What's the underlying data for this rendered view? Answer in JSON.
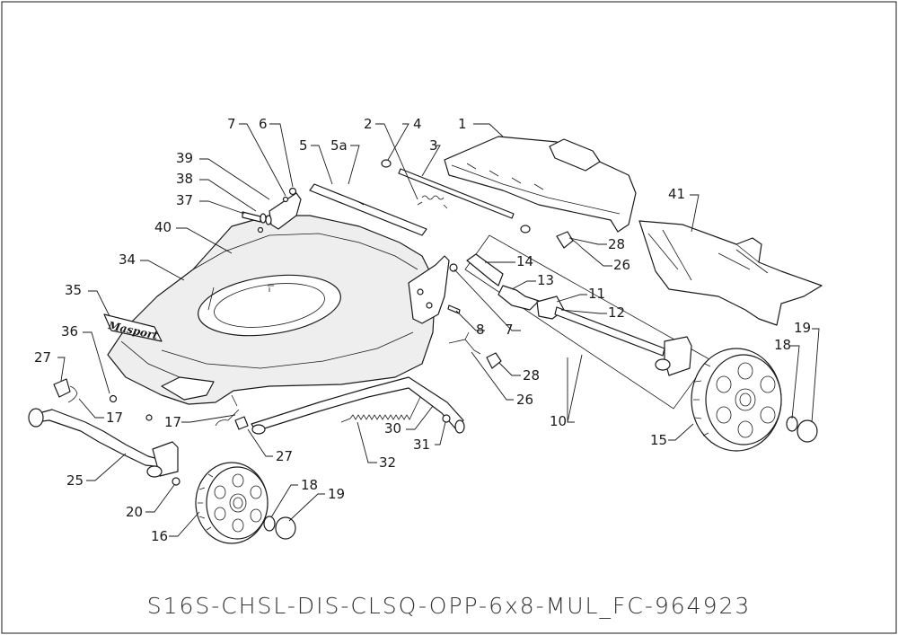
{
  "drawing": {
    "part_code": "S16S-CHSL-DIS-CLSQ-OPP-6x8-MUL_FC-964923",
    "brand_logo_text": "Masport",
    "callouts": [
      {
        "id": "c1",
        "label": "1"
      },
      {
        "id": "c2",
        "label": "2"
      },
      {
        "id": "c3",
        "label": "3"
      },
      {
        "id": "c4",
        "label": "4"
      },
      {
        "id": "c5",
        "label": "5"
      },
      {
        "id": "c5a",
        "label": "5a"
      },
      {
        "id": "c6",
        "label": "6"
      },
      {
        "id": "c7a",
        "label": "7"
      },
      {
        "id": "c7b",
        "label": "7"
      },
      {
        "id": "c8",
        "label": "8"
      },
      {
        "id": "c10",
        "label": "10"
      },
      {
        "id": "c11",
        "label": "11"
      },
      {
        "id": "c12",
        "label": "12"
      },
      {
        "id": "c13",
        "label": "13"
      },
      {
        "id": "c14",
        "label": "14"
      },
      {
        "id": "c15",
        "label": "15"
      },
      {
        "id": "c16",
        "label": "16"
      },
      {
        "id": "c17a",
        "label": "17"
      },
      {
        "id": "c17b",
        "label": "17"
      },
      {
        "id": "c18a",
        "label": "18"
      },
      {
        "id": "c18b",
        "label": "18"
      },
      {
        "id": "c19a",
        "label": "19"
      },
      {
        "id": "c19b",
        "label": "19"
      },
      {
        "id": "c20",
        "label": "20"
      },
      {
        "id": "c25",
        "label": "25"
      },
      {
        "id": "c26a",
        "label": "26"
      },
      {
        "id": "c26b",
        "label": "26"
      },
      {
        "id": "c27a",
        "label": "27"
      },
      {
        "id": "c27b",
        "label": "27"
      },
      {
        "id": "c28a",
        "label": "28"
      },
      {
        "id": "c28b",
        "label": "28"
      },
      {
        "id": "c30",
        "label": "30"
      },
      {
        "id": "c31",
        "label": "31"
      },
      {
        "id": "c32",
        "label": "32"
      },
      {
        "id": "c34",
        "label": "34"
      },
      {
        "id": "c35",
        "label": "35"
      },
      {
        "id": "c36",
        "label": "36"
      },
      {
        "id": "c37",
        "label": "37"
      },
      {
        "id": "c38",
        "label": "38"
      },
      {
        "id": "c39",
        "label": "39"
      },
      {
        "id": "c40",
        "label": "40"
      },
      {
        "id": "c41",
        "label": "41"
      }
    ]
  }
}
